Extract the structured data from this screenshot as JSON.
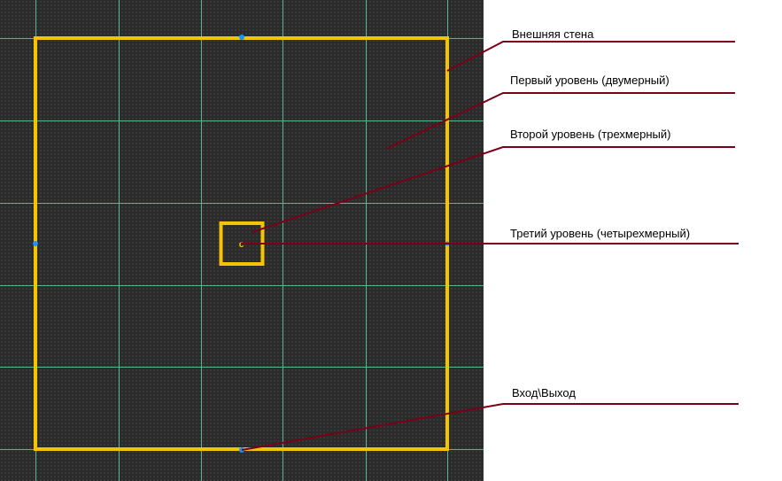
{
  "colors": {
    "canvas_bg": "#2b2b2b",
    "grid_line": "#5fcf9f",
    "wall": "#f5c400",
    "anchor_point": "#1e90ff",
    "leader_line": "#7a0018",
    "label_text": "#000000"
  },
  "labels": {
    "outer_wall": "Внешняя стена",
    "level_one": "Первый уровень (двумерный)",
    "level_two": "Второй уровень (трехмерный)",
    "level_three": "Третий уровень (четырехмерный)",
    "entrance_exit": "Вход\\Выход"
  },
  "center_marker": "c"
}
